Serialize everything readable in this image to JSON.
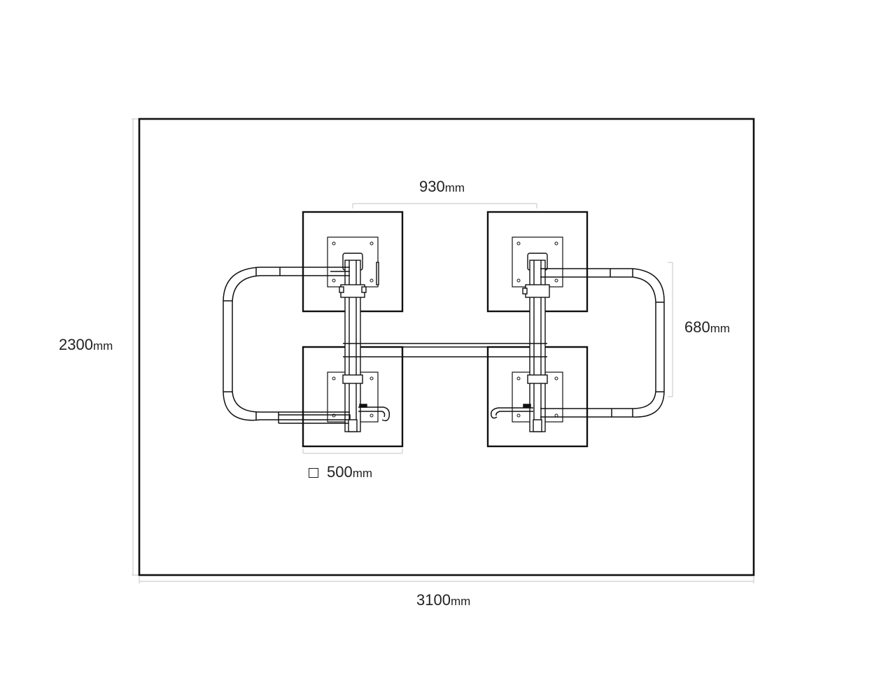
{
  "dimensions": {
    "room_width": {
      "value": "3100",
      "unit": "mm"
    },
    "room_depth": {
      "value": "2300",
      "unit": "mm"
    },
    "column_spacing": {
      "value": "930",
      "unit": "mm"
    },
    "row_spacing": {
      "value": "680",
      "unit": "mm"
    },
    "base_plate": {
      "value": "500",
      "unit": "mm"
    }
  },
  "colors": {
    "line": "#111111",
    "dimension_line": "#cccccc",
    "text": "#222222"
  }
}
